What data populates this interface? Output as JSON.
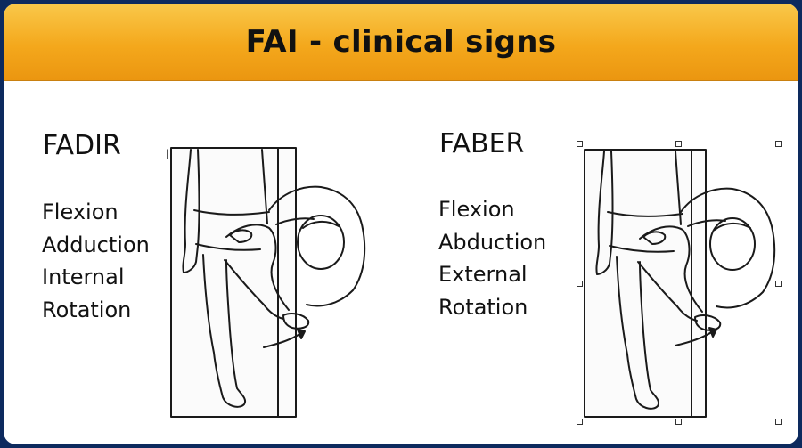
{
  "slide": {
    "title": "FAI - clinical signs",
    "left_panel": {
      "heading": "FADIR",
      "lines": [
        "Flexion",
        "Adduction",
        "Internal",
        "Rotation"
      ]
    },
    "right_panel": {
      "heading": "FABER",
      "lines": [
        "Flexion",
        "Abduction",
        "External",
        "Rotation"
      ]
    }
  },
  "colors": {
    "background": "#0d2a5e",
    "title_bar": "#f4a81c",
    "text": "#111111"
  },
  "icons": {
    "left_figure": "fadir-exam-illustration",
    "right_figure": "faber-exam-illustration"
  }
}
